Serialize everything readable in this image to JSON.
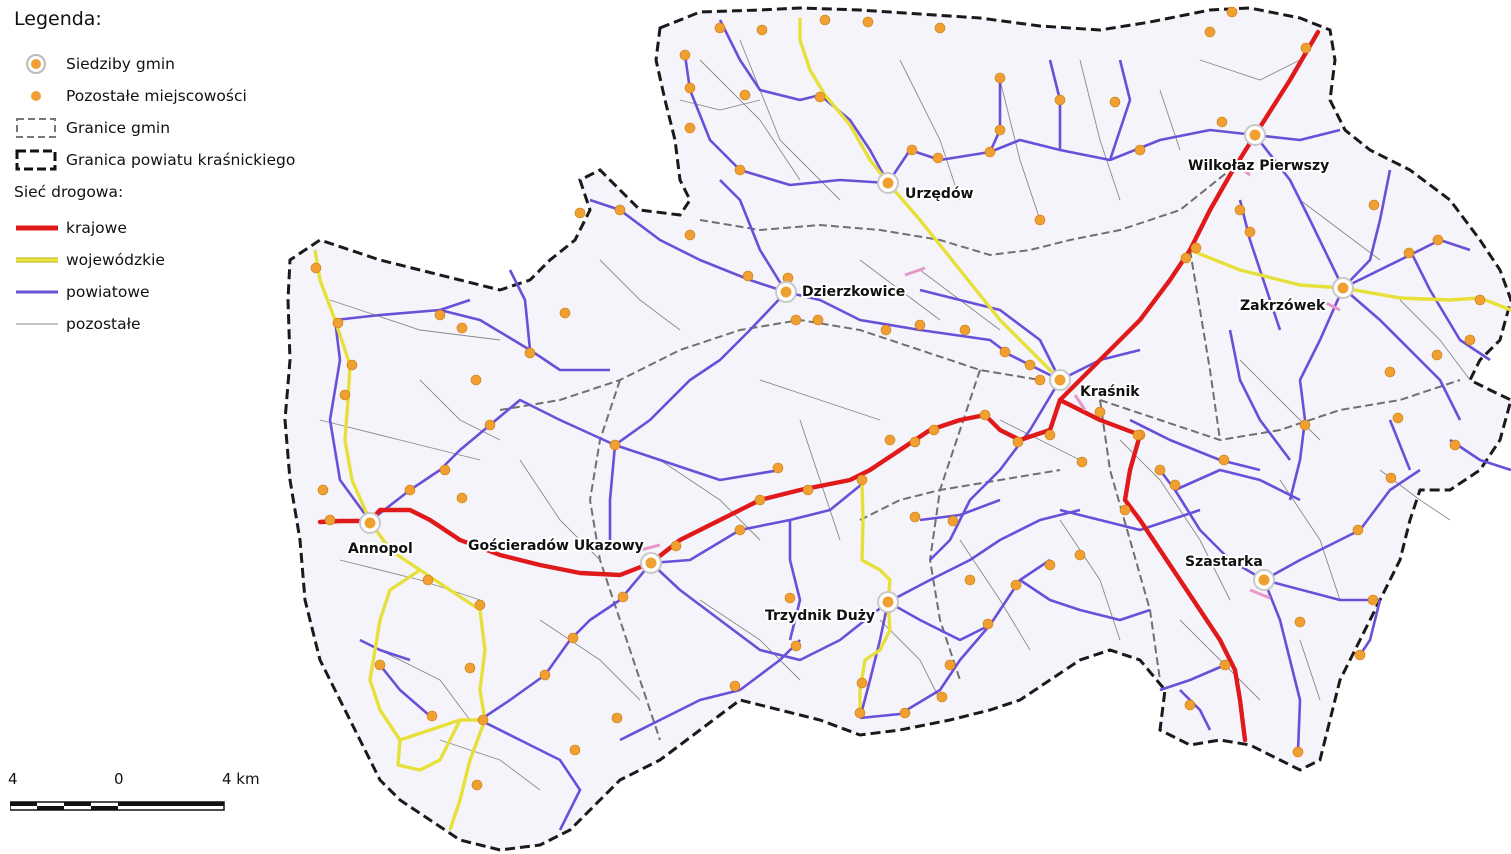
{
  "legend": {
    "title": "Legenda:",
    "seats_label": "Siedziby gmin",
    "villages_label": "Pozostałe miejscowości",
    "commune_border_label": "Granice gmin",
    "county_border_label": "Granica powiatu kraśnickiego",
    "road_network_label": "Sieć drogowa:",
    "national_label": "krajowe",
    "voivodeship_label": "wojewódzkie",
    "county_label": "powiatowe",
    "other_label": "pozostałe"
  },
  "colors": {
    "national": "#e01a1a",
    "voivodeship": "#e8e03a",
    "county": "#6a4fd8",
    "other": "#8a8a8a",
    "place_fill": "#f0a030",
    "place_stroke": "#c87810",
    "county_fill": "#f4f4fa"
  },
  "places": {
    "urzedow": "Urzędów",
    "wilkolaz": "Wilkołaz Pierwszy",
    "dzierzkowice": "Dzierzkowice",
    "zakrzowek": "Zakrzówek",
    "krasnik": "Kraśnik",
    "annopol": "Annopol",
    "gosciéradow": "Gościeradów Ukazowy",
    "szastarka": "Szastarka",
    "trzydnik": "Trzydnik Duży"
  },
  "scale": {
    "left": "4",
    "middle": "0",
    "right": "4 km"
  }
}
